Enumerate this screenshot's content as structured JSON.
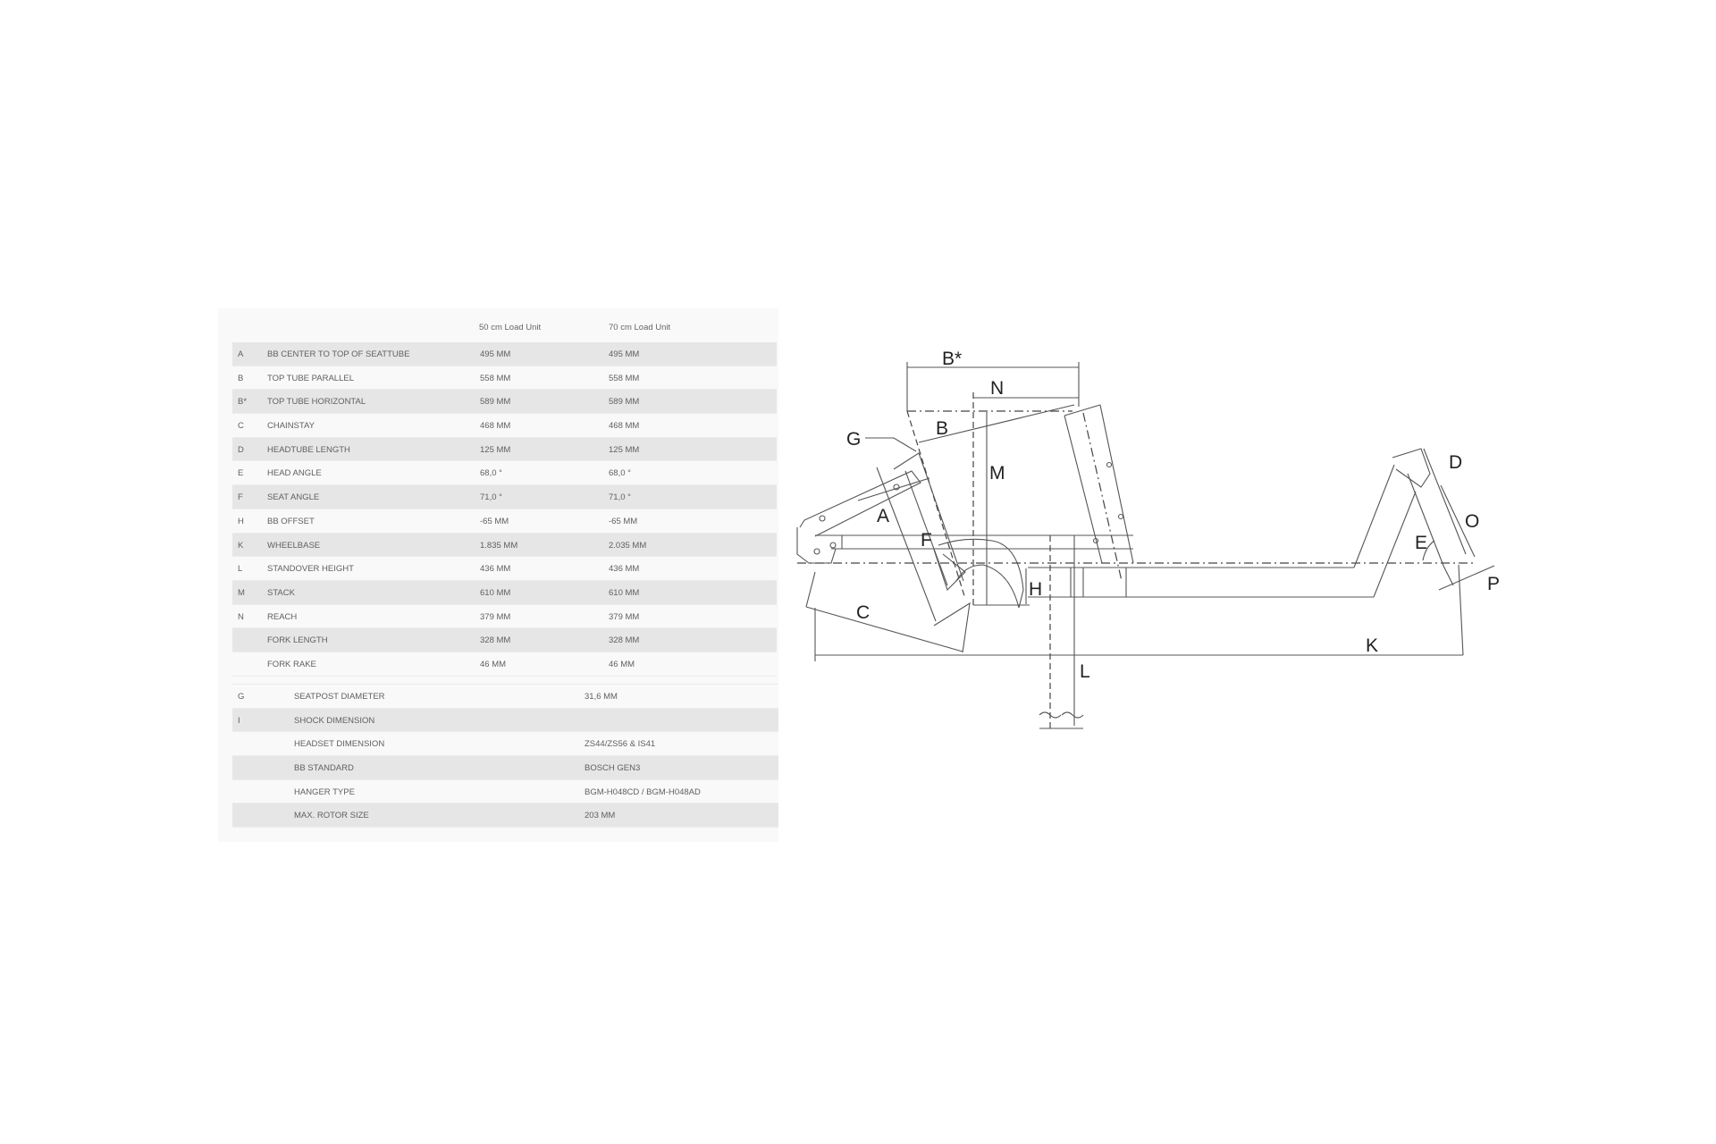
{
  "geometry_table": {
    "columns": [
      "50 cm Load Unit",
      "70 cm Load Unit"
    ],
    "rows": [
      {
        "key": "A",
        "label": "BB CENTER TO TOP OF SEATTUBE",
        "v50": "495 MM",
        "v70": "495 MM"
      },
      {
        "key": "B",
        "label": "TOP TUBE PARALLEL",
        "v50": "558 MM",
        "v70": "558 MM"
      },
      {
        "key": "B*",
        "label": "TOP TUBE HORIZONTAL",
        "v50": "589 MM",
        "v70": "589 MM"
      },
      {
        "key": "C",
        "label": "CHAINSTAY",
        "v50": "468 MM",
        "v70": "468 MM"
      },
      {
        "key": "D",
        "label": "HEADTUBE LENGTH",
        "v50": "125 MM",
        "v70": "125 MM"
      },
      {
        "key": "E",
        "label": "HEAD ANGLE",
        "v50": "68,0 °",
        "v70": "68,0 °"
      },
      {
        "key": "F",
        "label": "SEAT ANGLE",
        "v50": "71,0 °",
        "v70": "71,0 °"
      },
      {
        "key": "H",
        "label": "BB OFFSET",
        "v50": "-65 MM",
        "v70": "-65 MM"
      },
      {
        "key": "K",
        "label": "WHEELBASE",
        "v50": "1.835 MM",
        "v70": "2.035 MM"
      },
      {
        "key": "L",
        "label": "STANDOVER HEIGHT",
        "v50": "436 MM",
        "v70": "436 MM"
      },
      {
        "key": "M",
        "label": "STACK",
        "v50": "610 MM",
        "v70": "610 MM"
      },
      {
        "key": "N",
        "label": "REACH",
        "v50": "379 MM",
        "v70": "379 MM"
      },
      {
        "key": "",
        "label": "FORK LENGTH",
        "v50": "328 MM",
        "v70": "328 MM"
      },
      {
        "key": "",
        "label": "FORK RAKE",
        "v50": "46 MM",
        "v70": "46 MM"
      }
    ]
  },
  "spec_table": {
    "rows": [
      {
        "key": "G",
        "label": "SEATPOST DIAMETER",
        "value": "31,6 MM"
      },
      {
        "key": "I",
        "label": "SHOCK DIMENSION",
        "value": ""
      },
      {
        "key": "",
        "label": "HEADSET DIMENSION",
        "value": "ZS44/ZS56 & IS41"
      },
      {
        "key": "",
        "label": "BB STANDARD",
        "value": "BOSCH GEN3"
      },
      {
        "key": "",
        "label": "HANGER TYPE",
        "value": "BGM-H048CD / BGM-H048AD"
      },
      {
        "key": "",
        "label": "MAX. ROTOR SIZE",
        "value": "203 MM"
      }
    ]
  },
  "diagram": {
    "labels": {
      "Bstar": "B*",
      "N": "N",
      "B": "B",
      "G": "G",
      "M": "M",
      "A": "A",
      "F": "F",
      "H": "H",
      "C": "C",
      "L": "L",
      "K": "K",
      "D": "D",
      "O": "O",
      "E": "E",
      "P": "P"
    }
  }
}
